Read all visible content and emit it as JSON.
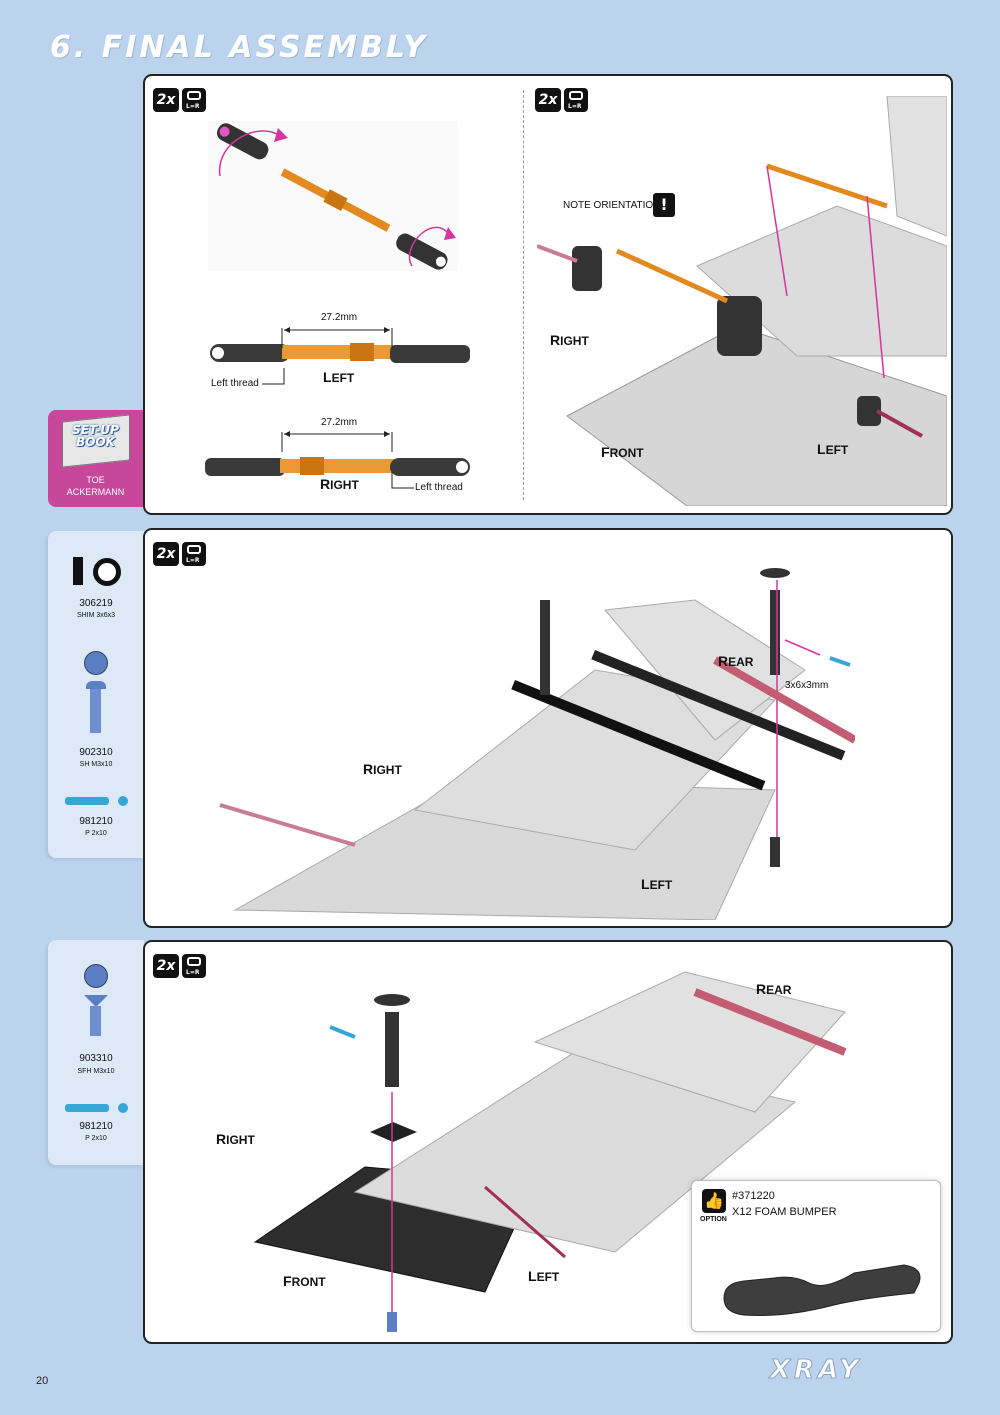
{
  "page": {
    "section_title": "6. FINAL ASSEMBLY",
    "page_number": "20",
    "brand": "XRAY"
  },
  "badges": {
    "count": "2x",
    "lr": "L=R"
  },
  "setup_book": {
    "line1": "SET-UP",
    "line2": "BOOK",
    "caption": "TOE\nACKERMANN"
  },
  "step1": {
    "length_a": "27.2mm",
    "length_b": "27.2mm",
    "left_label": "LEFT",
    "right_label": "RIGHT",
    "left_thread_a": "Left thread",
    "left_thread_b": "Left thread",
    "note": "NOTE ORIENTATION",
    "right": "RIGHT",
    "front": "FRONT",
    "left": "LEFT"
  },
  "step2": {
    "parts": [
      {
        "code": "306219",
        "name": "SHIM 3x6x3"
      },
      {
        "code": "902310",
        "name": "SH M3x10"
      },
      {
        "code": "981210",
        "name": "P 2x10"
      }
    ],
    "rear": "REAR",
    "right": "RIGHT",
    "left": "LEFT",
    "shim": "3x6x3mm"
  },
  "step3": {
    "parts": [
      {
        "code": "903310",
        "name": "SFH M3x10"
      },
      {
        "code": "981210",
        "name": "P 2x10"
      }
    ],
    "rear": "REAR",
    "right": "RIGHT",
    "front": "FRONT",
    "left": "LEFT",
    "option": {
      "part": "#371220",
      "name": "X12 FOAM BUMPER",
      "tag": "OPTION"
    }
  }
}
